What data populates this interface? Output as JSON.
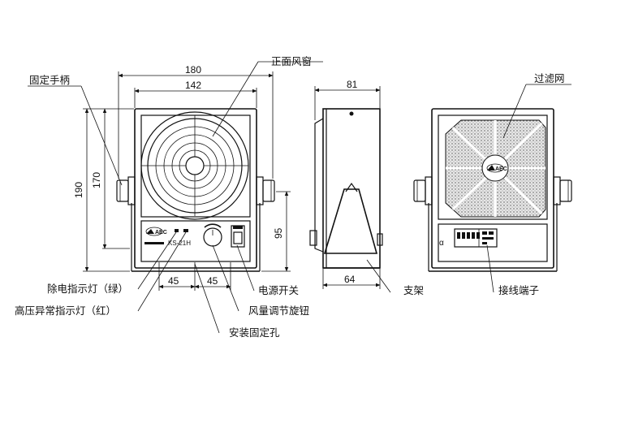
{
  "dimensions": {
    "overall_width": "180",
    "inner_width": "142",
    "overall_height": "190",
    "inner_height": "170",
    "mount_height": "95",
    "depth": "81",
    "stand_width": "64",
    "hole_left": "45",
    "hole_right": "45"
  },
  "callouts": {
    "handle": "固定手柄",
    "front_grille": "正面风窗",
    "filter": "过滤网",
    "neutral_led": "除电指示灯（绿）",
    "hv_led": "高压异常指示灯（红）",
    "mount_hole": "安装固定孔",
    "fan_knob": "风量调节旋钮",
    "power_switch": "电源开关",
    "stand": "支架",
    "terminal": "接线端子"
  },
  "panel": {
    "model": "KS-21H",
    "rear_symbol": "α"
  }
}
